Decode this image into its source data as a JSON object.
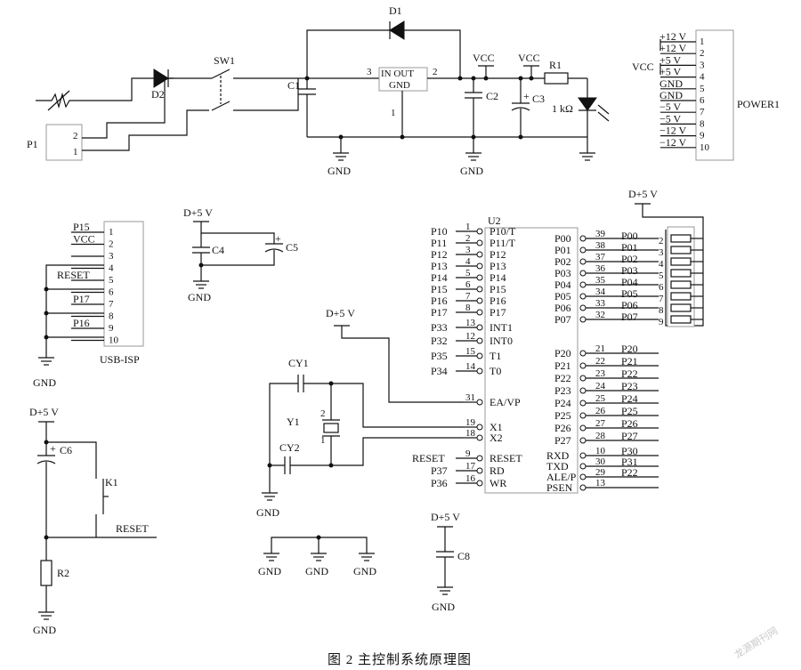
{
  "caption": "图 2    主控制系统原理图",
  "watermark": "龙源期刊网",
  "power": {
    "d1": "D1",
    "d2": "D2",
    "sw1": "SW1",
    "c1": "C1",
    "c2": "C2",
    "c3": "C3",
    "r1": "R1",
    "r1_value": "1 kΩ",
    "vcc": "VCC",
    "gnd": "GND",
    "reg_in_out": "IN OUT",
    "reg_gnd": "GND",
    "reg_pin3": "3",
    "reg_pin2": "2",
    "reg_pin1": "1",
    "p1": "P1",
    "p1_pin2": "2",
    "p1_pin1": "1",
    "power1": "POWER1",
    "power1_labels": [
      "+12 V",
      "+12 V",
      "+5 V",
      "+5 V",
      "GND",
      "GND",
      "−5 V",
      "−5 V",
      "−12 V",
      "−12 V"
    ],
    "power1_pins": [
      "1",
      "2",
      "3",
      "4",
      "5",
      "6",
      "7",
      "8",
      "9",
      "10"
    ]
  },
  "isp": {
    "name": "USB-ISP",
    "labels": [
      "P15",
      "VCC",
      "",
      "",
      "RESET",
      "",
      "P17",
      "",
      "P16",
      ""
    ],
    "pins": [
      "1",
      "2",
      "3",
      "4",
      "5",
      "6",
      "7",
      "8",
      "9",
      "10"
    ],
    "gnd": "GND"
  },
  "decoupling": {
    "vdd": "D+5 V",
    "c4": "C4",
    "c5": "C5",
    "gnd": "GND"
  },
  "reset_circuit": {
    "vdd": "D+5 V",
    "c6": "C6",
    "k1": "K1",
    "reset": "RESET",
    "r2": "R2",
    "gnd": "GND"
  },
  "crystal": {
    "cy1": "CY1",
    "cy2": "CY2",
    "y1": "Y1",
    "y1_pin2": "2",
    "y1_pin1": "1",
    "gnd": "GND",
    "ea_vdd": "D+5 V"
  },
  "c8": {
    "vdd": "D+5 V",
    "name": "C8",
    "gnd": "GND"
  },
  "gnd_row": [
    "GND",
    "GND",
    "GND"
  ],
  "mcu": {
    "name": "U2",
    "left": [
      {
        "net": "P10",
        "pin": "1",
        "fn": "P10/T"
      },
      {
        "net": "P11",
        "pin": "2",
        "fn": "P11/T"
      },
      {
        "net": "P12",
        "pin": "3",
        "fn": "P12"
      },
      {
        "net": "P13",
        "pin": "4",
        "fn": "P13"
      },
      {
        "net": "P14",
        "pin": "5",
        "fn": "P14"
      },
      {
        "net": "P15",
        "pin": "6",
        "fn": "P15"
      },
      {
        "net": "P16",
        "pin": "7",
        "fn": "P16"
      },
      {
        "net": "P17",
        "pin": "8",
        "fn": "P17"
      },
      {
        "net": "P33",
        "pin": "13",
        "fn": "INT1"
      },
      {
        "net": "P32",
        "pin": "12",
        "fn": "INT0"
      },
      {
        "net": "P35",
        "pin": "15",
        "fn": "T1"
      },
      {
        "net": "P34",
        "pin": "14",
        "fn": "T0"
      },
      {
        "net": "",
        "pin": "31",
        "fn": "EA/VP"
      },
      {
        "net": "",
        "pin": "19",
        "fn": "X1"
      },
      {
        "net": "",
        "pin": "18",
        "fn": "X2"
      },
      {
        "net": "RESET",
        "pin": "9",
        "fn": "RESET"
      },
      {
        "net": "P37",
        "pin": "17",
        "fn": "RD"
      },
      {
        "net": "P36",
        "pin": "16",
        "fn": "WR"
      }
    ],
    "right": [
      {
        "fn": "P00",
        "pin": "39",
        "net": "P00"
      },
      {
        "fn": "P01",
        "pin": "38",
        "net": "P01"
      },
      {
        "fn": "P02",
        "pin": "37",
        "net": "P02"
      },
      {
        "fn": "P03",
        "pin": "36",
        "net": "P03"
      },
      {
        "fn": "P04",
        "pin": "35",
        "net": "P04"
      },
      {
        "fn": "P05",
        "pin": "34",
        "net": "P05"
      },
      {
        "fn": "P06",
        "pin": "33",
        "net": "P06"
      },
      {
        "fn": "P07",
        "pin": "32",
        "net": "P07"
      },
      {
        "fn": "P20",
        "pin": "21",
        "net": "P20"
      },
      {
        "fn": "P21",
        "pin": "22",
        "net": "P21"
      },
      {
        "fn": "P22",
        "pin": "23",
        "net": "P22"
      },
      {
        "fn": "P23",
        "pin": "24",
        "net": "P23"
      },
      {
        "fn": "P24",
        "pin": "25",
        "net": "P24"
      },
      {
        "fn": "P25",
        "pin": "26",
        "net": "P25"
      },
      {
        "fn": "P26",
        "pin": "27",
        "net": "P26"
      },
      {
        "fn": "P27",
        "pin": "28",
        "net": "P27"
      },
      {
        "fn": "RXD",
        "pin": "10",
        "net": "P30"
      },
      {
        "fn": "TXD",
        "pin": "30",
        "net": "P31"
      },
      {
        "fn": "ALE/P",
        "pin": "29",
        "net": "P22"
      },
      {
        "fn": "PSEN",
        "pin": "13",
        "net": ""
      }
    ]
  },
  "pullup": {
    "vdd": "D+5 V",
    "pins": [
      "2",
      "3",
      "4",
      "5",
      "6",
      "7",
      "8",
      "9"
    ]
  }
}
